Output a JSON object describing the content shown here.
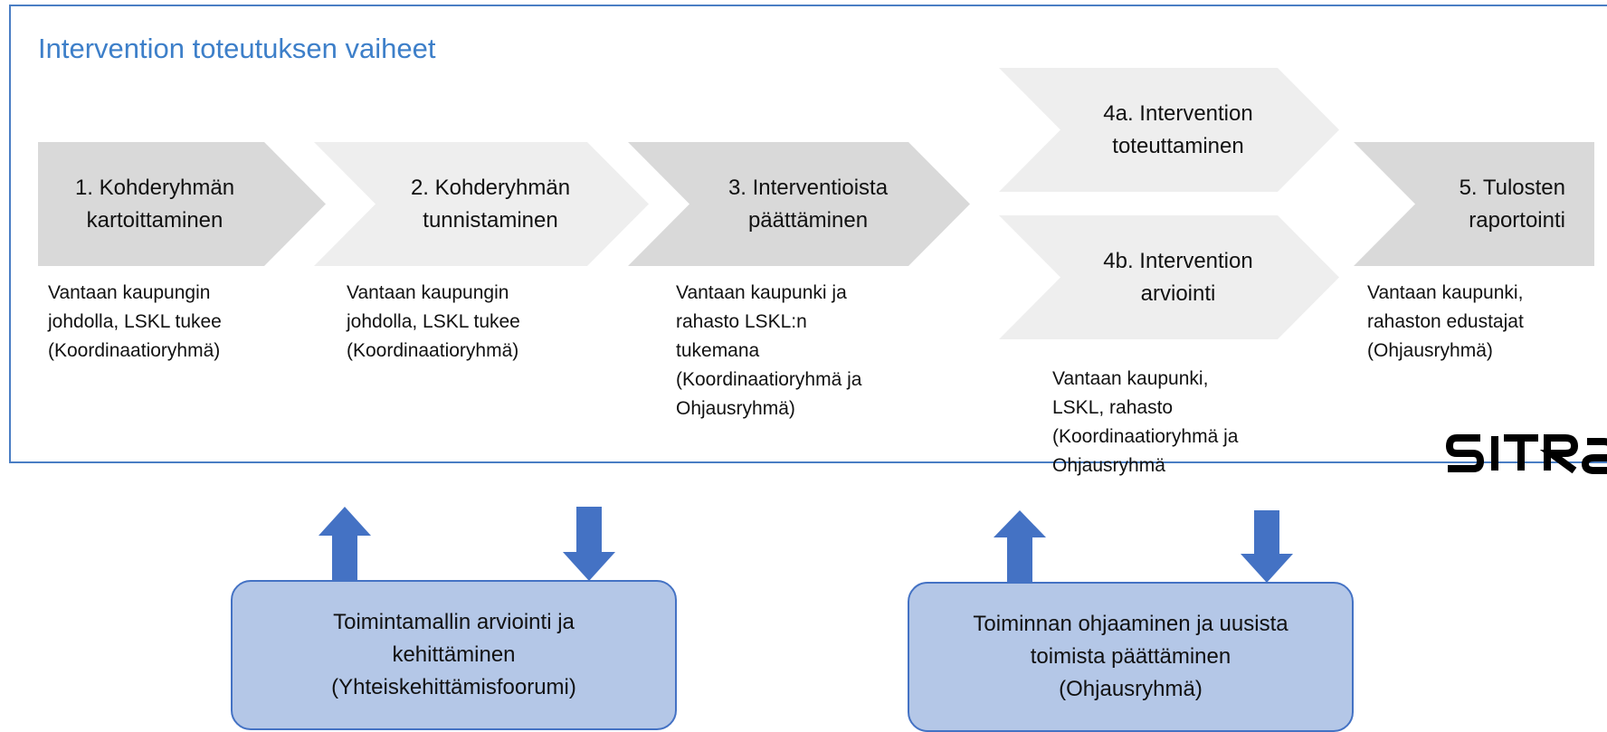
{
  "title": "Intervention toteutuksen vaiheet",
  "colors": {
    "frame_border": "#4a7ec4",
    "title": "#3d7fc9",
    "chevron_dark": "#d9d9d9",
    "chevron_light": "#eeeeee",
    "arrow": "#4472c4",
    "box_fill": "#b4c7e7",
    "box_border": "#4472c4"
  },
  "steps": [
    {
      "label": [
        "1. Kohderyhmän",
        "kartoittaminen"
      ],
      "responsible": [
        "Vantaan kaupungin",
        "johdolla, LSKL tukee",
        "(Koordinaatioryhmä)"
      ]
    },
    {
      "label": [
        "2. Kohderyhmän",
        "tunnistaminen"
      ],
      "responsible": [
        "Vantaan kaupungin",
        "johdolla, LSKL tukee",
        "(Koordinaatioryhmä)"
      ]
    },
    {
      "label": [
        "3. Interventioista",
        "päättäminen"
      ],
      "responsible": [
        "Vantaan kaupunki ja",
        "rahasto LSKL:n",
        "tukemana",
        "(Koordinaatioryhmä ja",
        "Ohjausryhmä)"
      ]
    },
    {
      "label": [
        "4a. Intervention",
        "toteuttaminen"
      ]
    },
    {
      "label": [
        "4b. Intervention",
        "arviointi"
      ],
      "responsible": [
        "Vantaan kaupunki,",
        "LSKL, rahasto",
        "(Koordinaatioryhmä ja",
        "Ohjausryhmä"
      ]
    },
    {
      "label": [
        "5. Tulosten",
        "raportointi"
      ],
      "responsible": [
        "Vantaan kaupunki,",
        "rahaston edustajat",
        "(Ohjausryhmä)"
      ]
    }
  ],
  "logo_text": "SITRA",
  "boxes": [
    {
      "lines": [
        "Toimintamallin arviointi ja",
        "kehittäminen",
        "(Yhteiskehittämisfoorumi)"
      ]
    },
    {
      "lines": [
        "Toiminnan ohjaaminen ja uusista",
        "toimista päättäminen",
        "(Ohjausryhmä)"
      ]
    }
  ]
}
